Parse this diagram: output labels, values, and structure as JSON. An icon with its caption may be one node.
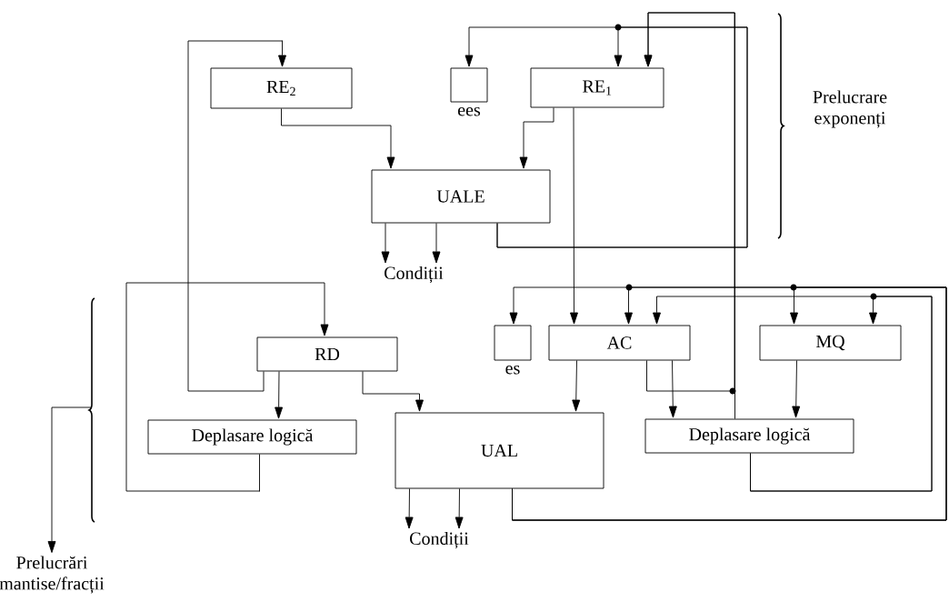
{
  "diagram": {
    "nodes": [
      {
        "text": [
          "RE$_{2}$"
        ]
      },
      {
        "text": [],
        "shape": "box",
        "beside": [
          "ees"
        ]
      },
      {
        "text": [
          "RE$_{1}$"
        ]
      },
      {
        "text": [
          "UALE"
        ]
      },
      {
        "text": [
          "Condiții"
        ]
      },
      {
        "text": [
          "RD"
        ]
      },
      {
        "text": [],
        "shape": "box",
        "beside": [
          "es"
        ]
      },
      {
        "text": [
          "AC"
        ]
      },
      {
        "text": [
          "MQ"
        ]
      },
      {
        "text": [
          "Deplasare logică"
        ]
      },
      {
        "text": [
          "UAL"
        ]
      },
      {
        "text": [
          "Deplasare logică"
        ]
      },
      {
        "text": [
          "Condiții"
        ]
      },
      {
        "text": [
          "Prelucrări mantise/fracții"
        ]
      }
    ],
    "edges": [
      {
        "from": 3,
        "to": 1,
        "arrow": "to"
      },
      {
        "from": 3,
        "to": 2,
        "arrow": "to"
      },
      {
        "from": 11,
        "to": 2,
        "arrow": "to"
      },
      {
        "from": 7,
        "to": 2,
        "arrow": "to"
      },
      {
        "from": 2,
        "to": 7,
        "arrow": "to"
      },
      {
        "from": 2,
        "to": 3,
        "arrow": "to"
      },
      {
        "from": 0,
        "to": 3,
        "arrow": "to"
      },
      {
        "from": 3,
        "to": 4,
        "arrow": "to"
      },
      {
        "from": 3,
        "to": 4,
        "arrow": "to"
      },
      {
        "from": 5,
        "to": 0,
        "arrow": "to"
      },
      {
        "from": 9,
        "to": 5,
        "arrow": "to"
      },
      {
        "from": 5,
        "to": 9,
        "arrow": "to"
      },
      {
        "from": 5,
        "to": 10,
        "arrow": "to"
      },
      {
        "from": 7,
        "to": 10,
        "arrow": "to"
      },
      {
        "from": 7,
        "to": 11,
        "arrow": "to"
      },
      {
        "from": 8,
        "to": 11,
        "arrow": "to"
      },
      {
        "from": 10,
        "to": 12,
        "arrow": "to"
      },
      {
        "from": 10,
        "to": 12,
        "arrow": "to"
      },
      {
        "from": 10,
        "to": 6,
        "arrow": "to"
      },
      {
        "from": 10,
        "to": 7,
        "arrow": "to"
      },
      {
        "from": 10,
        "to": 8,
        "arrow": "to"
      },
      {
        "from": 11,
        "to": 7,
        "arrow": "to"
      },
      {
        "from": 11,
        "to": 8,
        "arrow": "to"
      },
      {
        "from": null,
        "to": 13,
        "arrow": "to"
      }
    ],
    "labels": [
      "Prelucrare exponenți"
    ]
  }
}
